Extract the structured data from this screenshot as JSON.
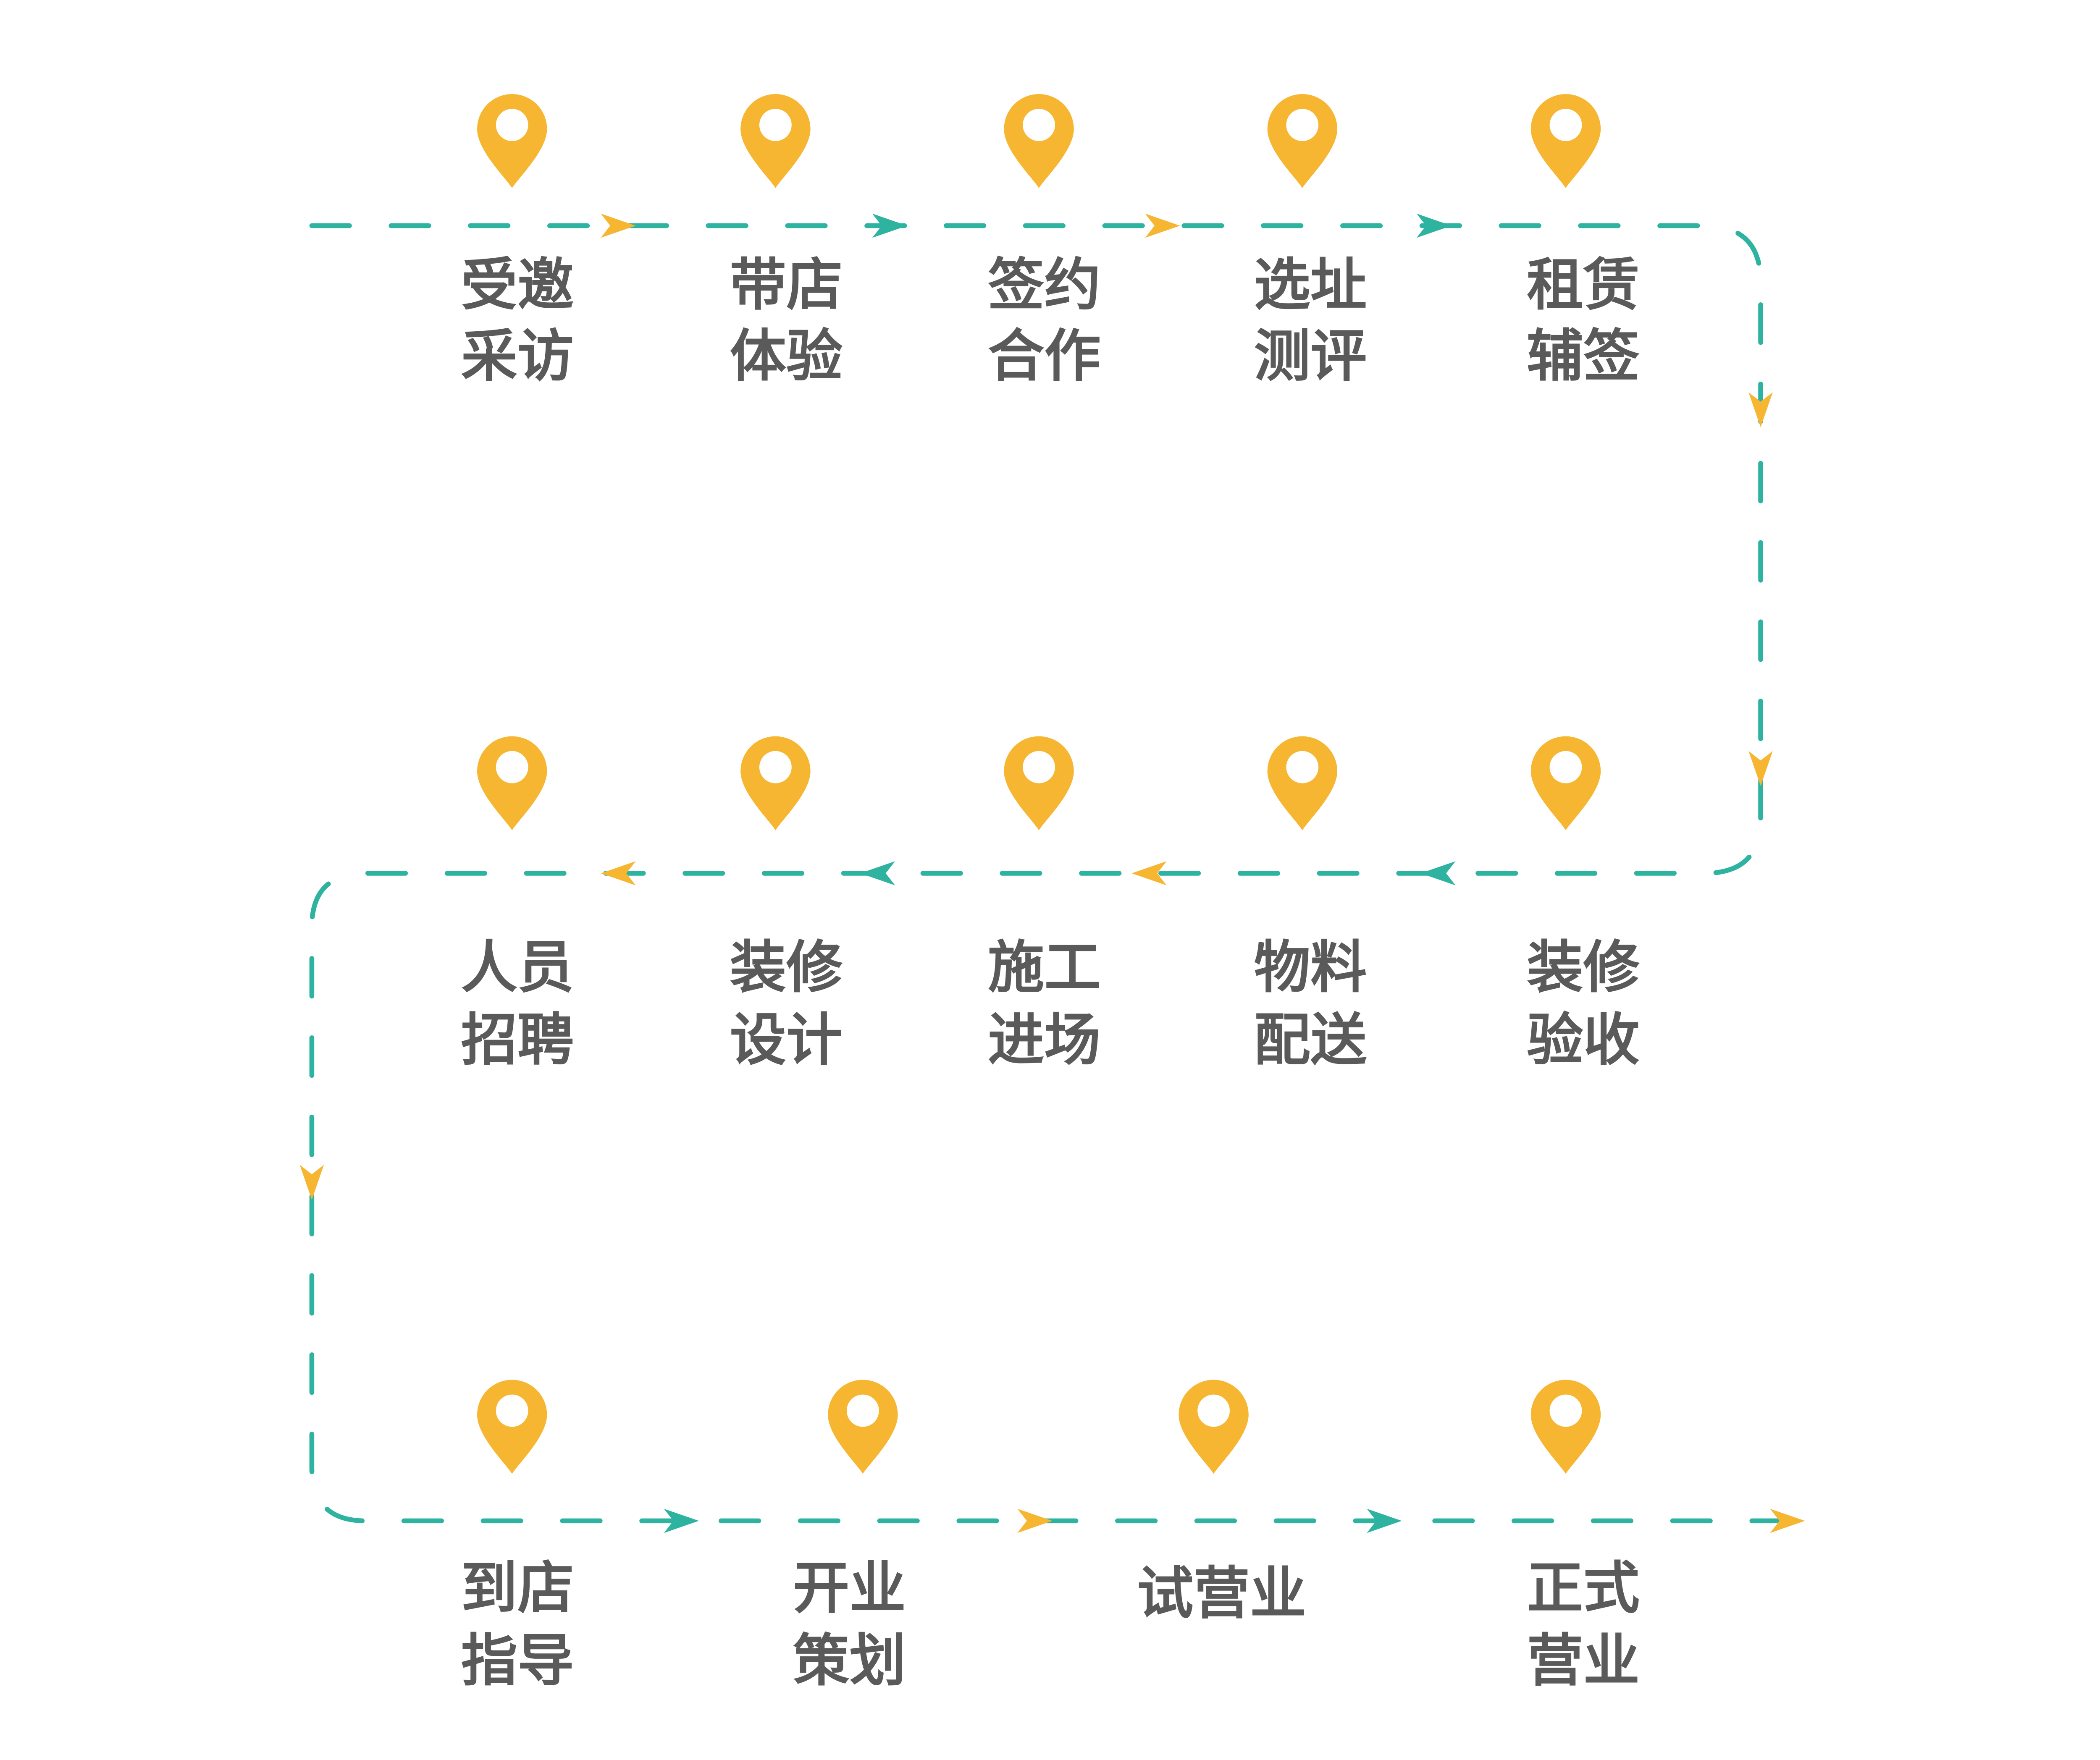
{
  "colors": {
    "flow_line": "#2fb3a1",
    "pin": "#f6b631",
    "arrow_primary": "#f6b631",
    "arrow_secondary": "#2fb3a1",
    "label_text": "#5a5a5a",
    "background": "#ffffff"
  },
  "icons": {
    "step_marker": "location-pin-icon",
    "direction_marker": "arrowhead-icon"
  },
  "steps": [
    {
      "lines": [
        "受邀",
        "采访"
      ]
    },
    {
      "lines": [
        "带店",
        "体验"
      ]
    },
    {
      "lines": [
        "签约",
        "合作"
      ]
    },
    {
      "lines": [
        "选址",
        "测评"
      ]
    },
    {
      "lines": [
        "租赁",
        "辅签"
      ]
    },
    {
      "lines": [
        "装修",
        "验收"
      ]
    },
    {
      "lines": [
        "物料",
        "配送"
      ]
    },
    {
      "lines": [
        "施工",
        "进场"
      ]
    },
    {
      "lines": [
        "装修",
        "设计"
      ]
    },
    {
      "lines": [
        "人员",
        "招聘"
      ]
    },
    {
      "lines": [
        "到店",
        "指导"
      ]
    },
    {
      "lines": [
        "开业",
        "策划"
      ]
    },
    {
      "lines": [
        "试营业"
      ]
    },
    {
      "lines": [
        "正式",
        "营业"
      ]
    }
  ]
}
